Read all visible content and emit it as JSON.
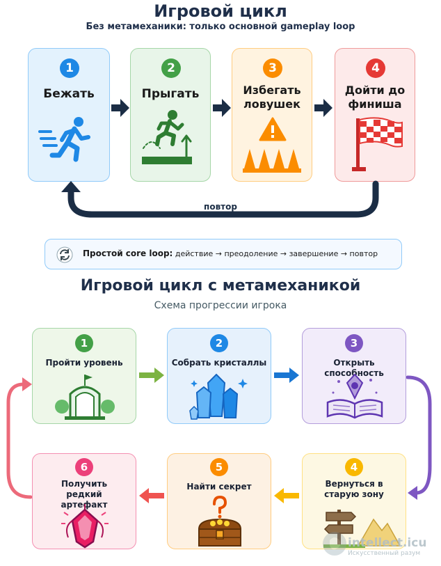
{
  "top": {
    "title": "Игровой цикл",
    "subtitle": "Без метамеханики: только основной gameplay loop",
    "steps": [
      {
        "num": "1",
        "label": "Бежать"
      },
      {
        "num": "2",
        "label": "Прыгать"
      },
      {
        "num": "3",
        "label": "Избегать ловушек"
      },
      {
        "num": "4",
        "label": "Дойти до финиша"
      }
    ],
    "loop_label": "повтор",
    "core_loop": {
      "prefix": "Простой core loop:",
      "rest": " действие → преодоление → завершение → повтор"
    }
  },
  "bottom": {
    "title": "Игровой цикл с метамеханикой",
    "subtitle": "Схема прогрессии игрока",
    "steps": [
      {
        "num": "1",
        "label": "Пройти уровень"
      },
      {
        "num": "2",
        "label": "Собрать кристаллы"
      },
      {
        "num": "3",
        "label": "Открыть способность"
      },
      {
        "num": "4",
        "label": "Вернуться в старую зону"
      },
      {
        "num": "5",
        "label": "Найти секрет"
      },
      {
        "num": "6",
        "label": "Получить редкий артефакт"
      }
    ]
  },
  "watermark": {
    "name": "intellect.icu",
    "tagline": "Искусственный разум"
  },
  "colors": {
    "blue": "#1e88e5",
    "green": "#43a047",
    "orange": "#fb8c00",
    "red": "#e53935",
    "purple": "#7e57c2",
    "yellow": "#f9b800",
    "pink": "#ec407a",
    "navy": "#1b2d45"
  }
}
